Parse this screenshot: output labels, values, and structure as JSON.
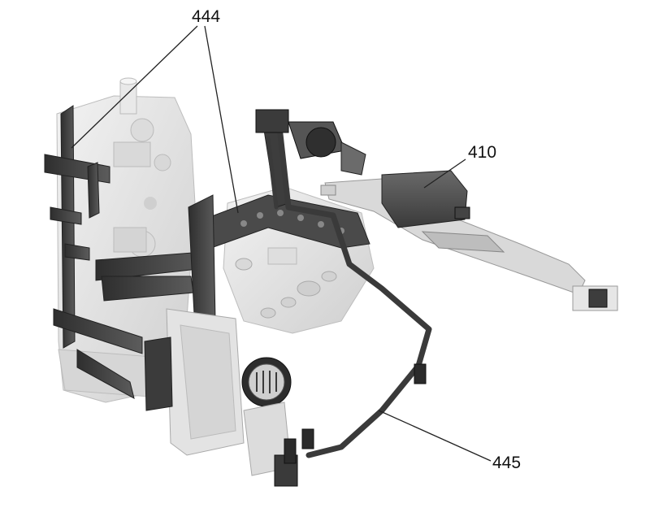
{
  "figure": {
    "reference_labels": [
      {
        "id": "444",
        "text": "444"
      },
      {
        "id": "410",
        "text": "410"
      },
      {
        "id": "445",
        "text": "445"
      }
    ],
    "colors": {
      "housing": "#e6e6e6",
      "housing_shade": "#cfcfcf",
      "frame_dark": "#3d3d3d",
      "frame_mid": "#6a6a6a",
      "sensor_body": "#5a5a5a",
      "leader": "#222222"
    }
  }
}
